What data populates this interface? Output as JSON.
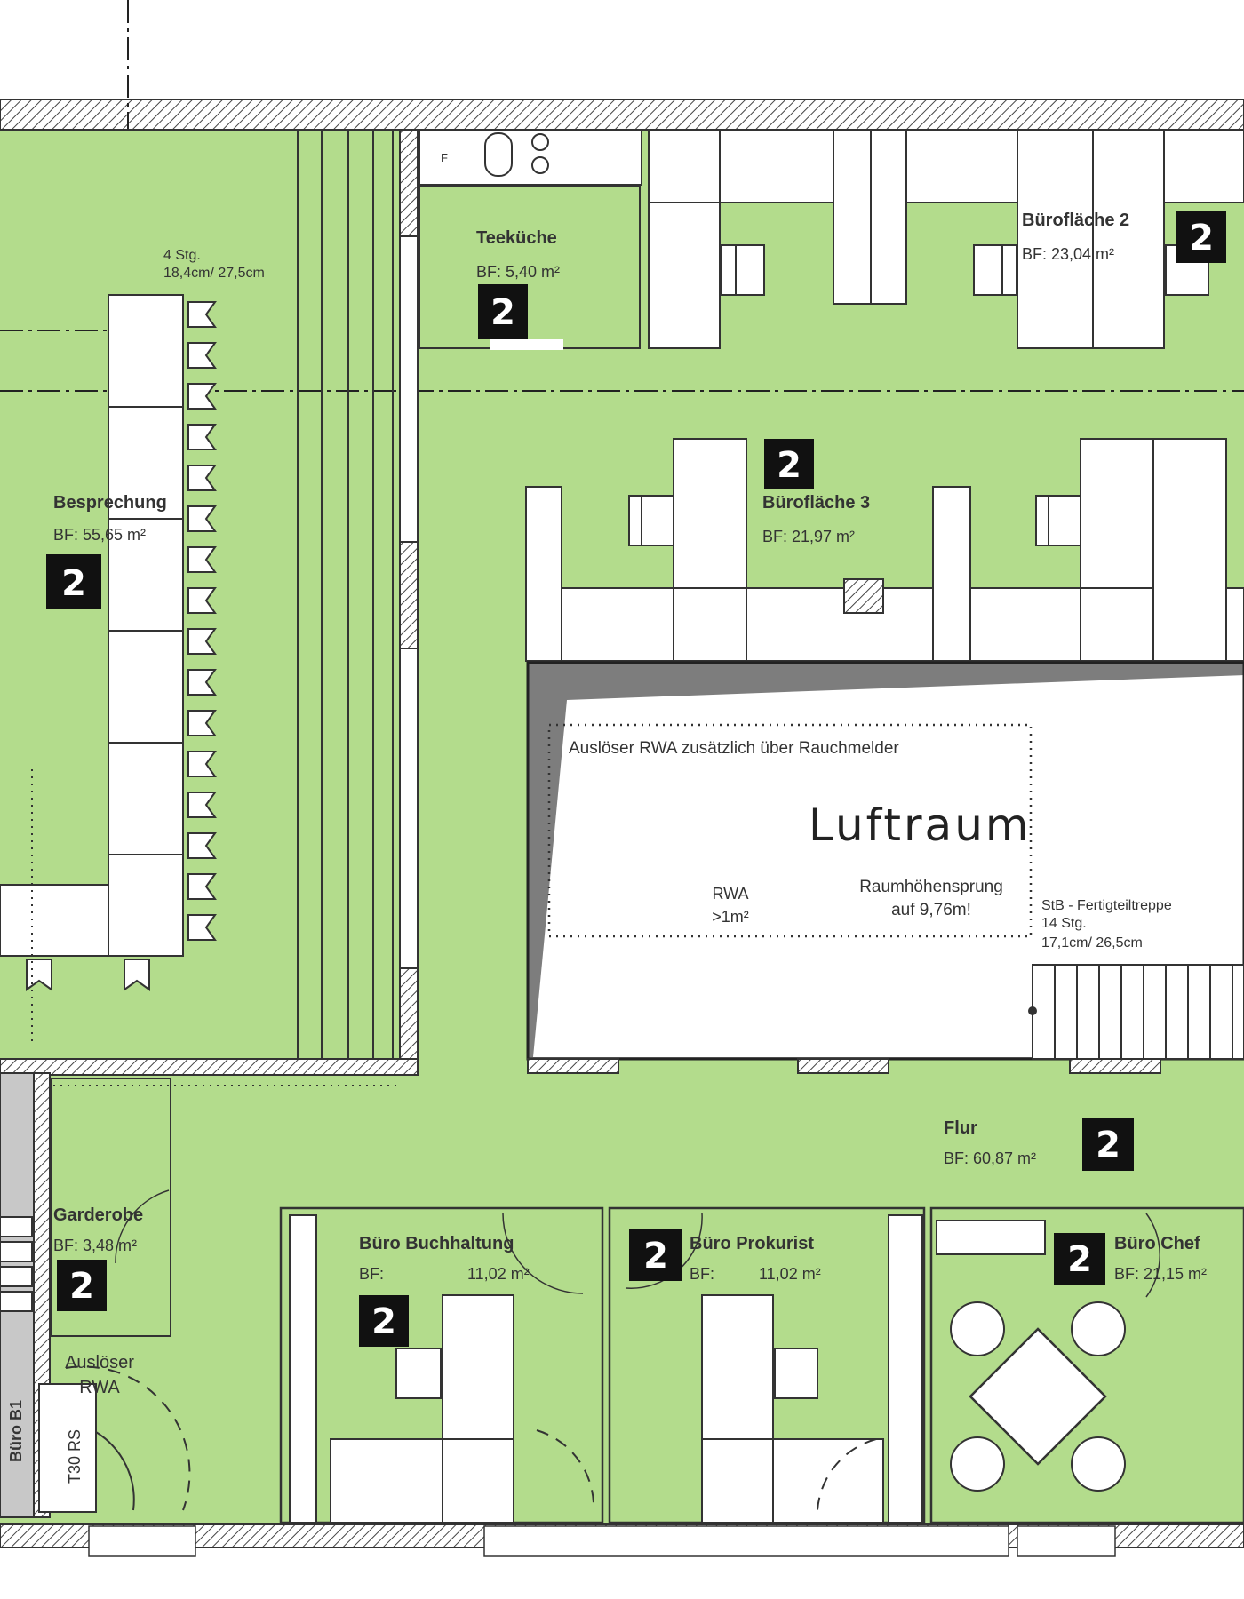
{
  "colors": {
    "room_fill": "#b3dc8c",
    "wall": "#3a3a3a",
    "badge": "#111111",
    "void": "#ffffff",
    "void_shadow": "#7d7d7d"
  },
  "rooms": [
    {
      "id": "teekueche",
      "name": "Teeküche",
      "area": "BF: 5,40 m²",
      "badge": "2"
    },
    {
      "id": "buero2",
      "name": "Bürofläche 2",
      "area": "BF:  23,04 m²",
      "badge": "2"
    },
    {
      "id": "buero3",
      "name": "Bürofläche 3",
      "area": "BF:  21,97 m²",
      "badge": "2"
    },
    {
      "id": "besprechung",
      "name": "Besprechung",
      "area": "BF:  55,65 m²",
      "badge": "2"
    },
    {
      "id": "flur",
      "name": "Flur",
      "area": "BF: 60,87 m²",
      "badge": "2"
    },
    {
      "id": "garderobe",
      "name": "Garderobe",
      "area": "BF: 3,48 m²",
      "badge": "2"
    },
    {
      "id": "buchhaltung",
      "name": "Büro Buchhaltung",
      "area_prefix": "BF:",
      "area_value": "11,02 m²",
      "badge": "2"
    },
    {
      "id": "prokurist",
      "name": "Büro Prokurist",
      "area_prefix": "BF:",
      "area_value": "11,02 m²",
      "badge": "2"
    },
    {
      "id": "chef",
      "name": "Büro Chef",
      "area": "BF: 21,15 m²",
      "badge": "2"
    }
  ],
  "stairs_meeting": {
    "line1": "4 Stg.",
    "line2": "18,4cm/ 27,5cm"
  },
  "void": {
    "title": "Luftraum",
    "trigger_note": "Auslöser RWA zusätzlich über Rauchmelder",
    "rwa_line1": "RWA",
    "rwa_line2": ">1m²",
    "height_line1": "Raumhöhensprung",
    "height_line2": "auf 9,76m!"
  },
  "main_stair": {
    "line1": "StB - Fertigteiltreppe",
    "line2": "14 Stg.",
    "line3": "17,1cm/ 26,5cm"
  },
  "rwa_trigger": {
    "line1": "Auslöser",
    "line2": "RWA"
  },
  "door_label": "T30 RS",
  "side_room": "Büro B1",
  "kitchen_letter": "F"
}
